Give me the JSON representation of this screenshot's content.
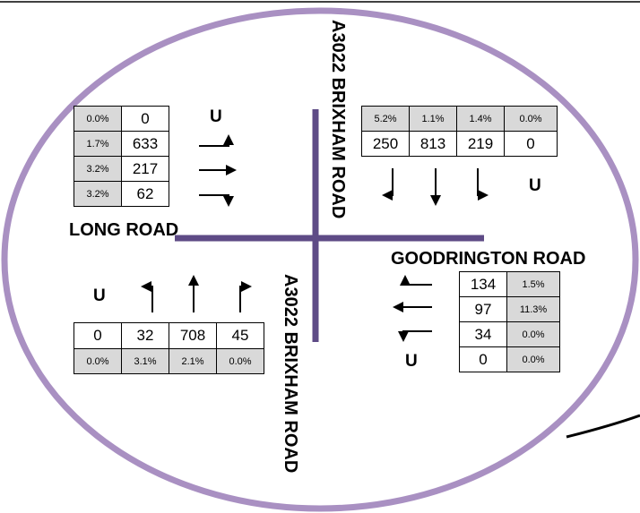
{
  "roads": {
    "north": "A3022 BRIXHAM ROAD",
    "south": "A3022 BRIXHAM ROAD",
    "west": "LONG ROAD",
    "east": "GOODRINGTON ROAD"
  },
  "west_approach": {
    "rows": [
      {
        "pct": "0.0%",
        "count": "0"
      },
      {
        "pct": "1.7%",
        "count": "633"
      },
      {
        "pct": "3.2%",
        "count": "217"
      },
      {
        "pct": "3.2%",
        "count": "62"
      }
    ],
    "u_label": "U"
  },
  "north_approach": {
    "pcts": [
      "5.2%",
      "1.1%",
      "1.4%",
      "0.0%"
    ],
    "counts": [
      "250",
      "813",
      "219",
      "0"
    ],
    "u_label": "U"
  },
  "south_approach": {
    "counts": [
      "0",
      "32",
      "708",
      "45"
    ],
    "pcts": [
      "0.0%",
      "3.1%",
      "2.1%",
      "0.0%"
    ],
    "u_label": "U"
  },
  "east_approach": {
    "rows": [
      {
        "count": "134",
        "pct": "1.5%"
      },
      {
        "count": "97",
        "pct": "11.3%"
      },
      {
        "count": "34",
        "pct": "0.0%"
      },
      {
        "count": "0",
        "pct": "0.0%"
      }
    ],
    "u_label": "U"
  },
  "colors": {
    "ellipse": "#a990c2",
    "road_lines": "#5e4b86",
    "cell_shade": "#d9d9d9"
  }
}
